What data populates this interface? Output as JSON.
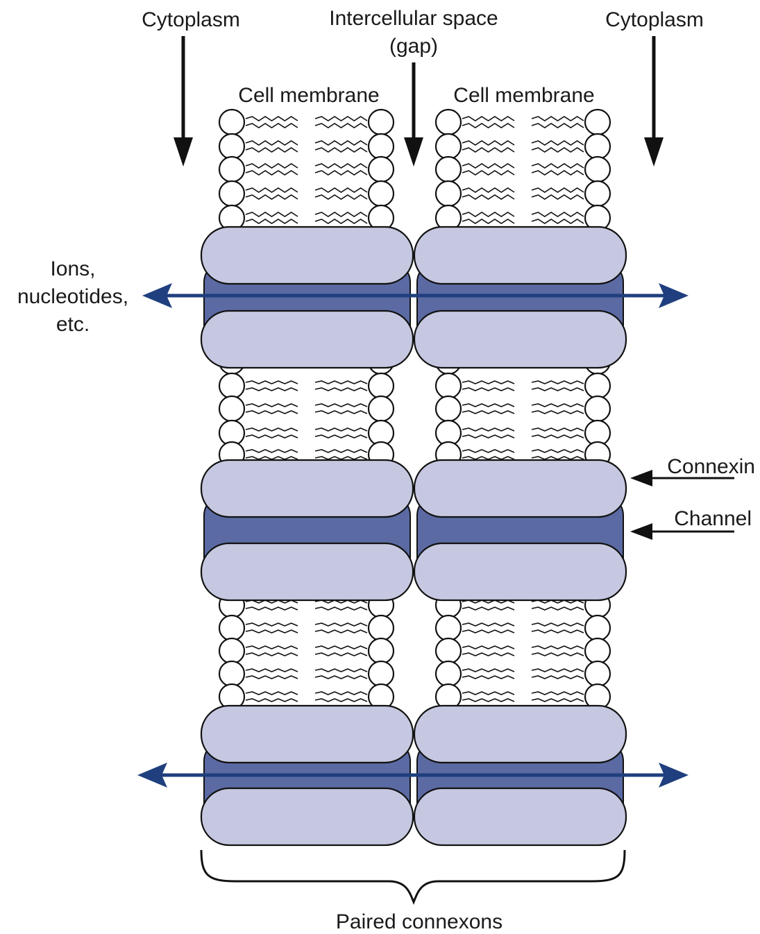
{
  "labels": {
    "cytoplasm_left": "Cytoplasm",
    "intercellular_line1": "Intercellular space",
    "intercellular_line2": "(gap)",
    "cytoplasm_right": "Cytoplasm",
    "cell_membrane_left": "Cell membrane",
    "cell_membrane_right": "Cell membrane",
    "ions_line1": "Ions,",
    "ions_line2": "nucleotides,",
    "ions_line3": "etc.",
    "connexin": "Connexin",
    "channel": "Channel",
    "paired_connexons": "Paired connexons"
  },
  "colors": {
    "connexin_fill": "#c5c8e0",
    "channel_fill": "#5b6aa3",
    "arrow_blue": "#1f3f7e",
    "outline": "#111111"
  }
}
